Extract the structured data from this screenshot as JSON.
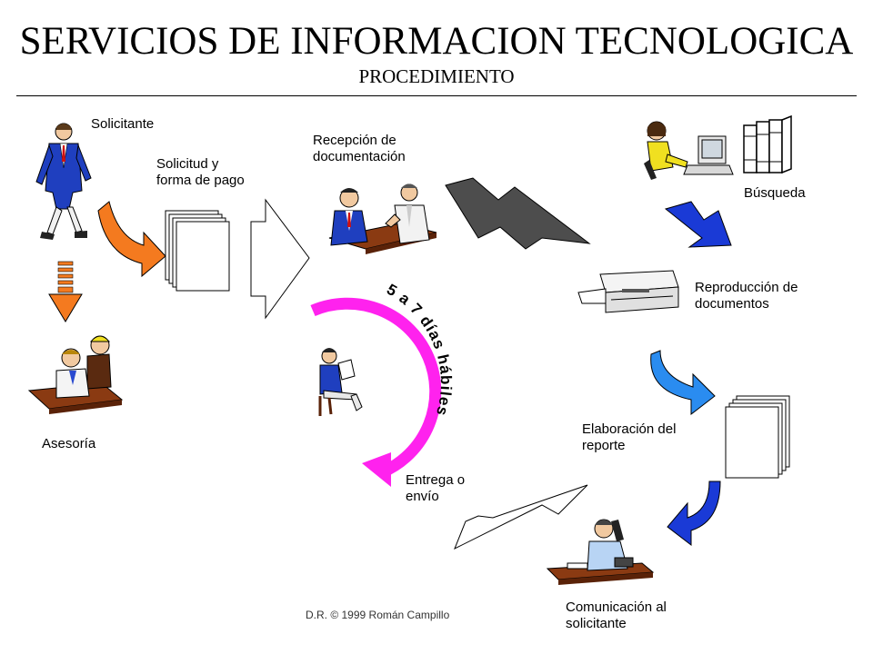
{
  "header": {
    "title": "SERVICIOS DE INFORMACION TECNOLOGICA",
    "subtitle": "PROCEDIMIENTO"
  },
  "steps": {
    "solicitante": "Solicitante",
    "solicitud": "Solicitud y\nforma de pago",
    "recepcion": "Recepción de\ndocumentación",
    "busqueda": "Búsqueda",
    "reproduccion": "Reproducción de\ndocumentos",
    "elaboracion": "Elaboración del\nreporte",
    "comunicacion": "Comunicación al\nsolicitante",
    "entrega": "Entrega o\nenvío",
    "asesoria": "Asesoría"
  },
  "cycle": {
    "duration_label": "5 a 7 días hábiles"
  },
  "footer": {
    "copyright": "D.R. © 1999 Román Campillo"
  },
  "colors": {
    "orange_arrow": "#f47a1f",
    "blue_arrow": "#1a3ad6",
    "light_blue_arrow": "#2a8cf0",
    "dark_arrow": "#4d4d4d",
    "magenta_arc": "#ff22ee",
    "figure_suit": "#1f3fbf",
    "figure_desk": "#8a3a12"
  },
  "icons": [
    "person-walking-icon",
    "people-meeting-icon",
    "computer-user-icon",
    "books-icon",
    "photocopier-icon",
    "documents-stack-icon",
    "person-phone-icon",
    "person-reading-icon",
    "advisory-meeting-icon"
  ]
}
